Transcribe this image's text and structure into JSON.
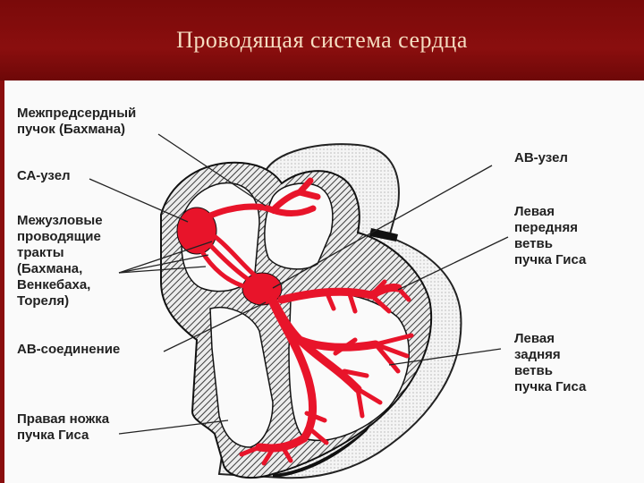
{
  "header": {
    "title": "Проводящая система сердца"
  },
  "labels": {
    "bachmann_bundle": "Межпредсердный\nпучок (Бахмана)",
    "sa_node": "СА-узел",
    "internodal_tracts": "Межузловые\nпроводящие\nтракты\n(Бахмана,\nВенкебаха,\nТореля)",
    "av_junction": "АВ-соединение",
    "right_bundle_branch": "Правая ножка\nпучка Гиса",
    "av_node": "АВ-узел",
    "left_anterior_fascicle": "Левая\nпередняя\nветвь\nпучка Гиса",
    "left_posterior_fascicle": "Левая\nзадняя\nветвь\nпучка Гиса"
  },
  "colors": {
    "header_bg": "#7a0a0a",
    "title_text": "#f5dcc0",
    "conduction_red": "#e8142a",
    "wall_hatch": "#444444"
  }
}
